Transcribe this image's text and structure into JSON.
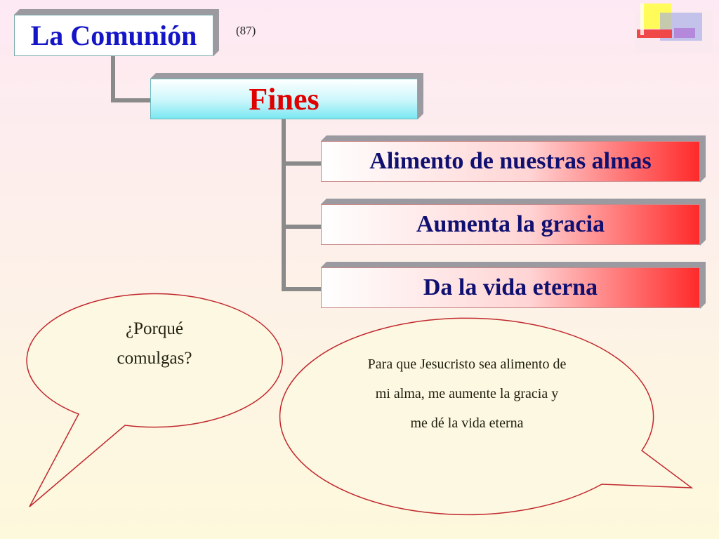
{
  "title": "La Comunión",
  "page_number": "(87)",
  "subtitle": "Fines",
  "items": [
    "Alimento de nuestras almas",
    "Aumenta la gracia",
    "Da la vida eterna"
  ],
  "question": {
    "line1": "¿Porqué",
    "line2": "comulgas?"
  },
  "answer": {
    "line1": "Para que Jesucristo sea alimento de",
    "line2": "mi alma, me aumente la gracia y",
    "line3": "me dé la vida eterna"
  },
  "colors": {
    "title_text": "#1515c8",
    "fines_text": "#e00000",
    "item_text": "#101070",
    "connector": "#8a8a8a",
    "bubble_stroke": "#c0282d"
  }
}
